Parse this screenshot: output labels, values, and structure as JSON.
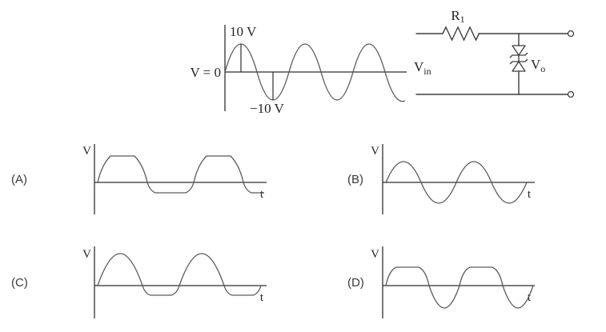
{
  "figure": {
    "input_graph": {
      "zero_label": "V = 0",
      "peak_label": "10 V",
      "trough_label": "−10 V",
      "description": "sine wave input swinging between +10 V and −10 V"
    },
    "circuit": {
      "resistor": {
        "base": "R",
        "sub": "1"
      },
      "input": {
        "base": "V",
        "sub": "in"
      },
      "output": {
        "base": "V",
        "sub": "o"
      },
      "description": "series resistor R1 with two back-to-back zener diodes across the output Vo"
    },
    "axis": {
      "v": "V",
      "t": "t"
    },
    "options": [
      {
        "label": "(A)",
        "waveform": "sine with both positive and negative peaks clipped flat"
      },
      {
        "label": "(B)",
        "waveform": "pure sine wave, unclipped"
      },
      {
        "label": "(C)",
        "waveform": "sine with negative peaks clipped flat"
      },
      {
        "label": "(D)",
        "waveform": "sine with positive peaks clipped flat"
      }
    ],
    "colors": {
      "line": "#3d3d3d",
      "wave": "#5a5a5a",
      "background": "#ffffff"
    }
  }
}
